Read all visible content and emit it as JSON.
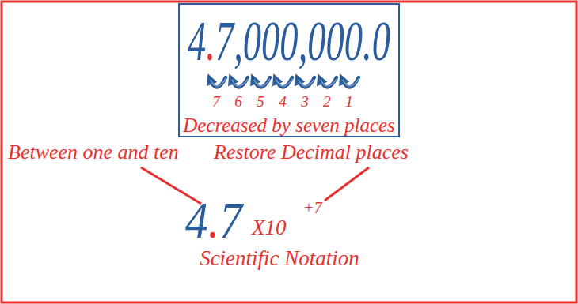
{
  "diagram": {
    "nodes": [
      {
        "text": [
          "4.7,000,000.0",
          "Decreased by seven places"
        ]
      }
    ],
    "labels": [
      "7",
      "6",
      "5",
      "4",
      "3",
      "2",
      "1",
      "Between one and ten",
      "Restore Decimal places",
      "4.7",
      "X10",
      "+7",
      "Scientific Notation"
    ]
  }
}
